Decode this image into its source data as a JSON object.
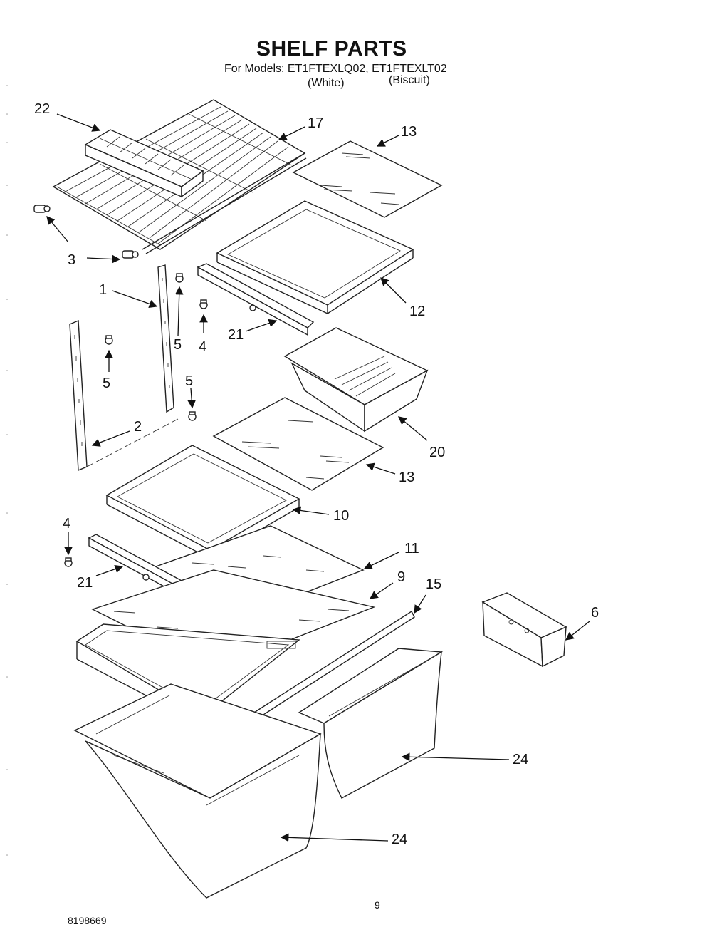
{
  "header": {
    "title": "SHELF PARTS",
    "models_line": "For Models: ET1FTEXLQ02, ET1FTEXLT02",
    "color_white": "(White)",
    "color_biscuit": "(Biscuit)"
  },
  "callouts": {
    "c22": "22",
    "c17": "17",
    "c13a": "13",
    "c3": "3",
    "c1": "1",
    "c12": "12",
    "c21a": "21",
    "c5a": "5",
    "c4a": "4",
    "c5b": "5",
    "c5c": "5",
    "c2": "2",
    "c20": "20",
    "c13b": "13",
    "c10": "10",
    "c4b": "4",
    "c11": "11",
    "c21b": "21",
    "c9": "9",
    "c15": "15",
    "c6": "6",
    "c24a": "24",
    "c24b": "24"
  },
  "footer": {
    "page_number": "9",
    "doc_number": "8198669"
  }
}
